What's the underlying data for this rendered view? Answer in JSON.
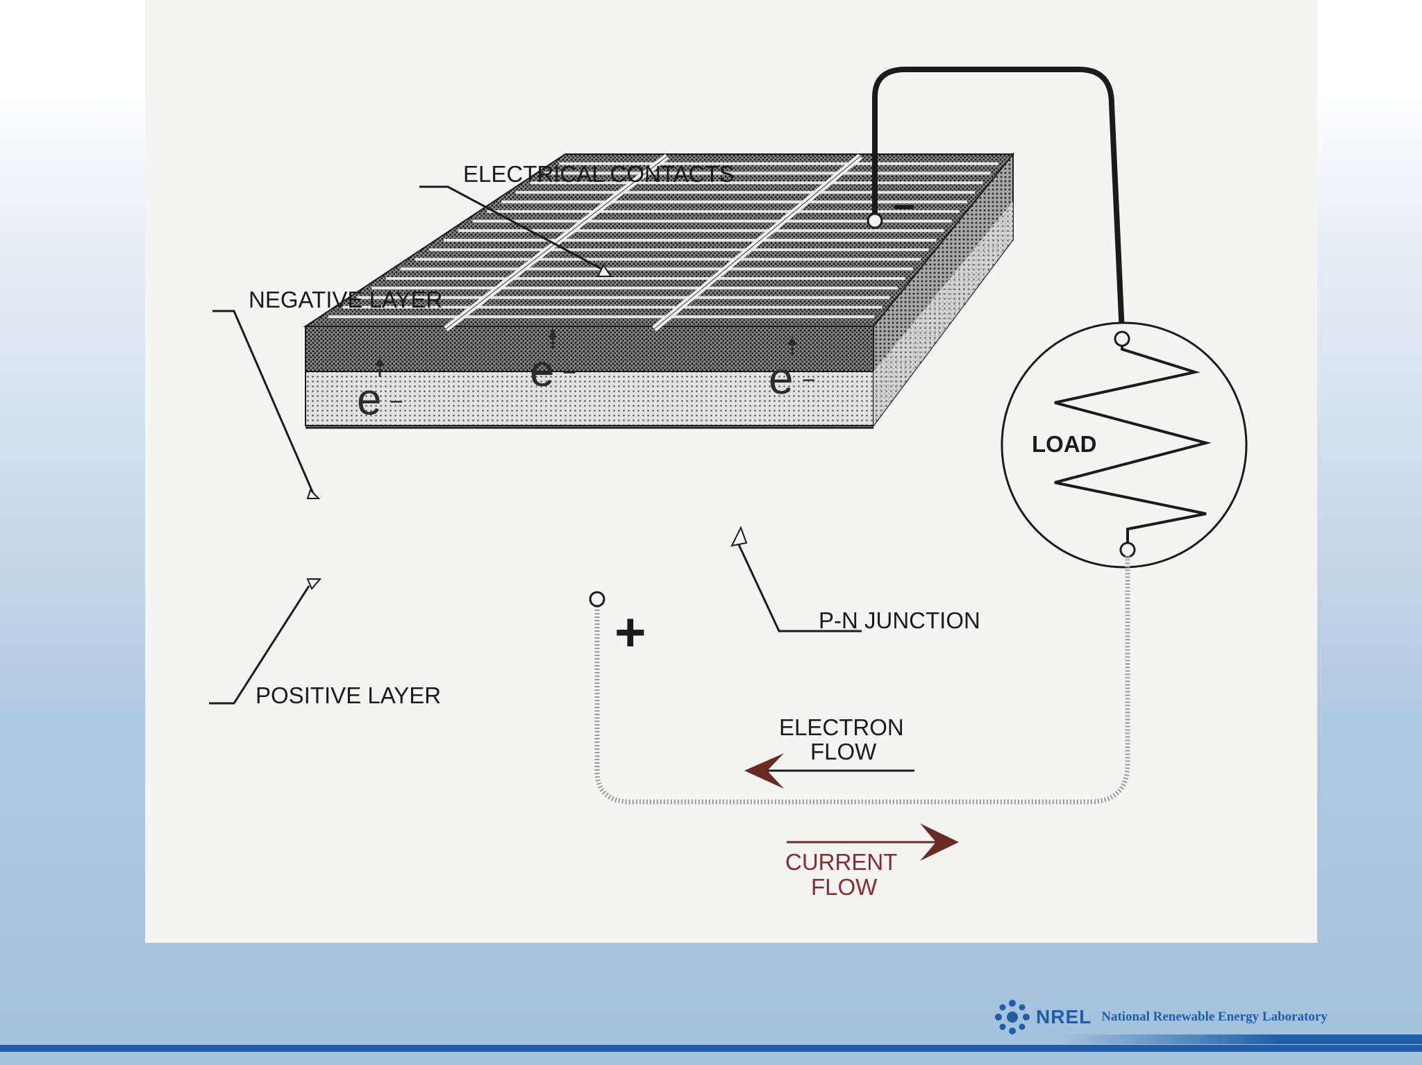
{
  "diagram": {
    "labels": {
      "electrical_contacts": "ELECTRICAL CONTACTS",
      "negative_layer": "NEGATIVE LAYER",
      "positive_layer": "POSITIVE LAYER",
      "pn_junction": "P-N JUNCTION",
      "load": "LOAD",
      "electron_flow_1": "ELECTRON",
      "electron_flow_2": "FLOW",
      "current_flow_1": "CURRENT",
      "current_flow_2": "FLOW",
      "minus_sign": "−",
      "plus_sign": "+",
      "electron_symbol": "e",
      "electron_charge": "−"
    },
    "colors": {
      "ink": "#1b1b1b",
      "current_flow": "#8a2a2a",
      "panel": "#f4f4f3"
    }
  },
  "footer": {
    "logo_abbr": "NREL",
    "logo_name": "National Renewable Energy Laboratory",
    "accent_color": "#1f5fa8"
  }
}
